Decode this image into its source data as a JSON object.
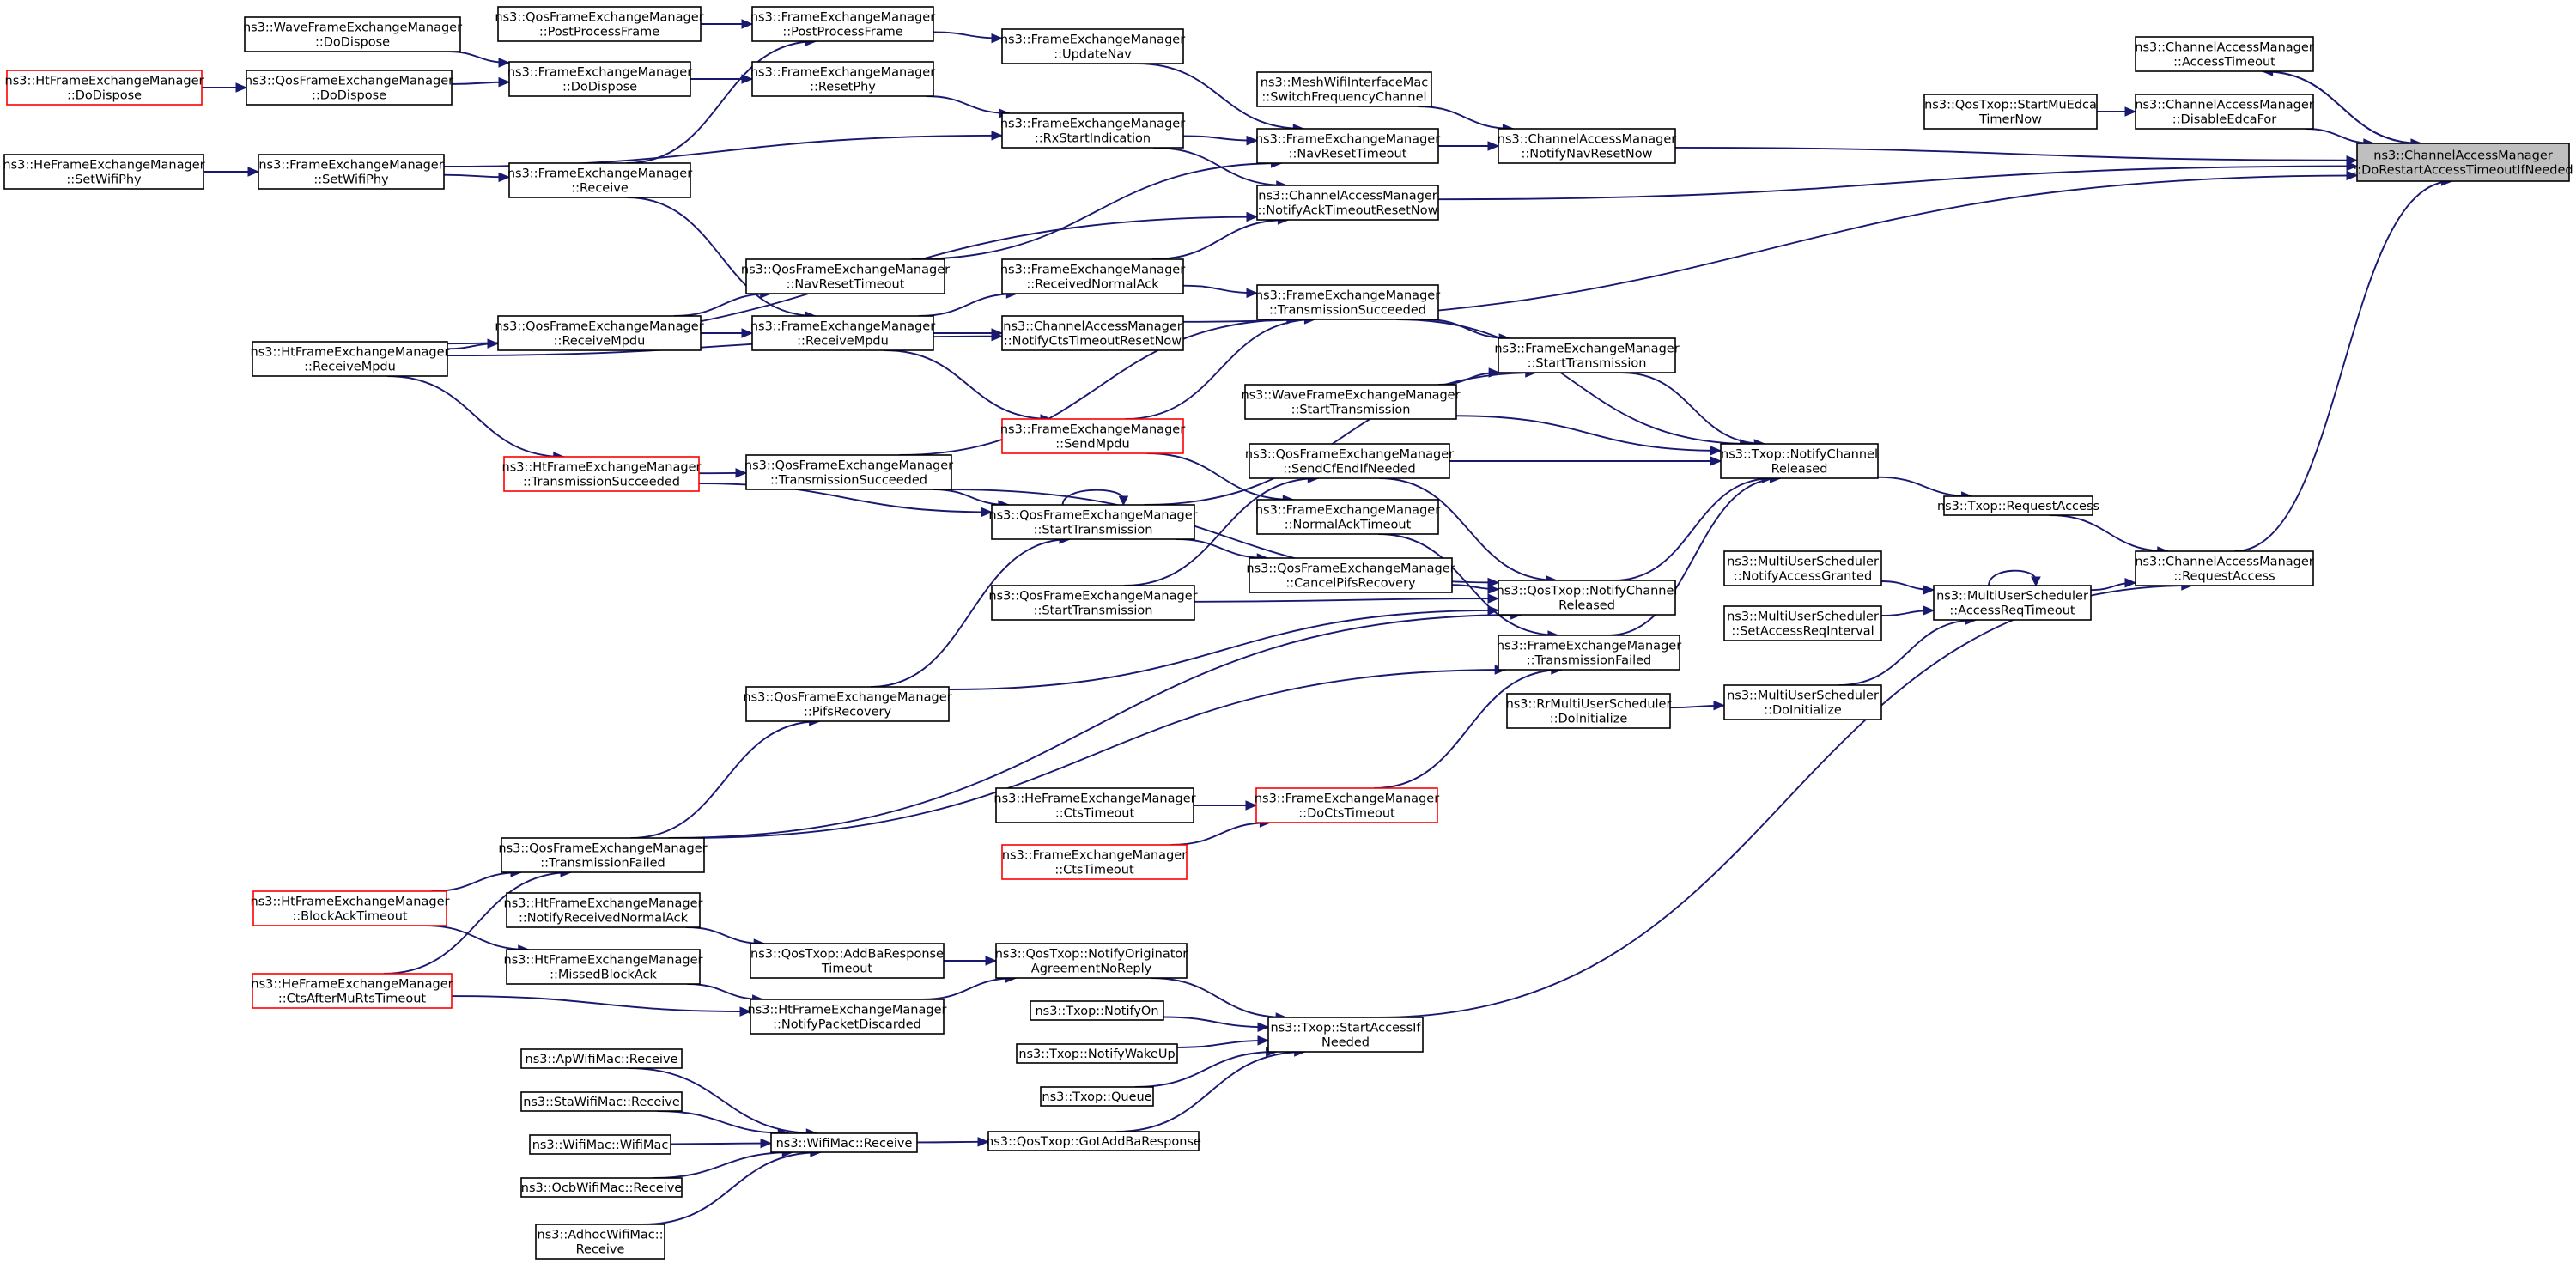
{
  "graph": {
    "colors": {
      "edge": "#191970",
      "node_border": "#000000",
      "node_border_external": "#ff0000",
      "root_fill": "#bfbfbf",
      "node_fill": "#ffffff"
    },
    "nodes": [
      {
        "id": "root",
        "lines": [
          "ns3::ChannelAccessManager",
          "::DoRestartAccessTimeoutIfNeeded"
        ],
        "highlight": true
      },
      {
        "id": "cam_access_timeout",
        "lines": [
          "ns3::ChannelAccessManager",
          "::AccessTimeout"
        ]
      },
      {
        "id": "cam_disable_edca",
        "lines": [
          "ns3::ChannelAccessManager",
          "::DisableEdcaFor"
        ]
      },
      {
        "id": "qostxop_startmuedca",
        "lines": [
          "ns3::QosTxop::StartMuEdca",
          "TimerNow"
        ]
      },
      {
        "id": "cam_notify_nav_reset",
        "lines": [
          "ns3::ChannelAccessManager",
          "::NotifyNavResetNow"
        ]
      },
      {
        "id": "mesh_switch_freq",
        "lines": [
          "ns3::MeshWifiInterfaceMac",
          "::SwitchFrequencyChannel"
        ]
      },
      {
        "id": "fem_nav_reset_timeout",
        "lines": [
          "ns3::FrameExchangeManager",
          "::NavResetTimeout"
        ]
      },
      {
        "id": "fem_update_nav",
        "lines": [
          "ns3::FrameExchangeManager",
          "::UpdateNav"
        ]
      },
      {
        "id": "fem_post_process",
        "lines": [
          "ns3::FrameExchangeManager",
          "::PostProcessFrame"
        ]
      },
      {
        "id": "qfem_post_process",
        "lines": [
          "ns3::QosFrameExchangeManager",
          "::PostProcessFrame"
        ]
      },
      {
        "id": "fem_reset_phy",
        "lines": [
          "ns3::FrameExchangeManager",
          "::ResetPhy"
        ]
      },
      {
        "id": "fem_rx_start",
        "lines": [
          "ns3::FrameExchangeManager",
          "::RxStartIndication"
        ]
      },
      {
        "id": "fem_do_dispose",
        "lines": [
          "ns3::FrameExchangeManager",
          "::DoDispose"
        ]
      },
      {
        "id": "wave_do_dispose",
        "lines": [
          "ns3::WaveFrameExchangeManager",
          "::DoDispose"
        ]
      },
      {
        "id": "qfem_do_dispose",
        "lines": [
          "ns3::QosFrameExchangeManager",
          "::DoDispose"
        ]
      },
      {
        "id": "ht_do_dispose",
        "lines": [
          "ns3::HtFrameExchangeManager",
          "::DoDispose"
        ],
        "external": true
      },
      {
        "id": "fem_set_wifi_phy",
        "lines": [
          "ns3::FrameExchangeManager",
          "::SetWifiPhy"
        ]
      },
      {
        "id": "he_set_wifi_phy",
        "lines": [
          "ns3::HeFrameExchangeManager",
          "::SetWifiPhy"
        ]
      },
      {
        "id": "fem_receive",
        "lines": [
          "ns3::FrameExchangeManager",
          "::Receive"
        ]
      },
      {
        "id": "cam_notify_ack_timeout_reset",
        "lines": [
          "ns3::ChannelAccessManager",
          "::NotifyAckTimeoutResetNow"
        ]
      },
      {
        "id": "qfem_nav_reset_timeout",
        "lines": [
          "ns3::QosFrameExchangeManager",
          "::NavResetTimeout"
        ]
      },
      {
        "id": "fem_received_normal_ack",
        "lines": [
          "ns3::FrameExchangeManager",
          "::ReceivedNormalAck"
        ]
      },
      {
        "id": "fem_receive_mpdu",
        "lines": [
          "ns3::FrameExchangeManager",
          "::ReceiveMpdu"
        ]
      },
      {
        "id": "qfem_receive_mpdu",
        "lines": [
          "ns3::QosFrameExchangeManager",
          "::ReceiveMpdu"
        ]
      },
      {
        "id": "ht_receive_mpdu",
        "lines": [
          "ns3::HtFrameExchangeManager",
          "::ReceiveMpdu"
        ]
      },
      {
        "id": "cam_notify_cts_timeout_reset",
        "lines": [
          "ns3::ChannelAccessManager",
          "::NotifyCtsTimeoutResetNow"
        ]
      },
      {
        "id": "fem_transmission_succeeded",
        "lines": [
          "ns3::FrameExchangeManager",
          "::TransmissionSucceeded"
        ]
      },
      {
        "id": "fem_start_transmission",
        "lines": [
          "ns3::FrameExchangeManager",
          "::StartTransmission"
        ]
      },
      {
        "id": "wave_start_transmission",
        "lines": [
          "ns3::WaveFrameExchangeManager",
          "::StartTransmission"
        ]
      },
      {
        "id": "fem_send_mpdu",
        "lines": [
          "ns3::FrameExchangeManager",
          "::SendMpdu"
        ],
        "external": true
      },
      {
        "id": "ht_transmission_succeeded",
        "lines": [
          "ns3::HtFrameExchangeManager",
          "::TransmissionSucceeded"
        ],
        "external": true
      },
      {
        "id": "qfem_transmission_succeeded",
        "lines": [
          "ns3::QosFrameExchangeManager",
          "::TransmissionSucceeded"
        ]
      },
      {
        "id": "qfem_start_transmission",
        "lines": [
          "ns3::QosFrameExchangeManager",
          "::StartTransmission"
        ]
      },
      {
        "id": "txop_notify_channel_released",
        "lines": [
          "ns3::Txop::NotifyChannel",
          "Released"
        ]
      },
      {
        "id": "qfem_send_cf_end",
        "lines": [
          "ns3::QosFrameExchangeManager",
          "::SendCfEndIfNeeded"
        ]
      },
      {
        "id": "fem_normal_ack_timeout",
        "lines": [
          "ns3::FrameExchangeManager",
          "::NormalAckTimeout"
        ]
      },
      {
        "id": "qfem_cancel_pifs",
        "lines": [
          "ns3::QosFrameExchangeManager",
          "::CancelPifsRecovery"
        ]
      },
      {
        "id": "qfem_start_transmission2",
        "lines": [
          "ns3::QosFrameExchangeManager",
          "::StartTransmission"
        ]
      },
      {
        "id": "qostxop_notify_channel_released",
        "lines": [
          "ns3::QosTxop::NotifyChannel",
          "Released"
        ]
      },
      {
        "id": "fem_transmission_failed",
        "lines": [
          "ns3::FrameExchangeManager",
          "::TransmissionFailed"
        ]
      },
      {
        "id": "qfem_pifs_recovery",
        "lines": [
          "ns3::QosFrameExchangeManager",
          "::PifsRecovery"
        ]
      },
      {
        "id": "txop_request_access",
        "lines": [
          "ns3::Txop::RequestAccess"
        ]
      },
      {
        "id": "cam_request_access",
        "lines": [
          "ns3::ChannelAccessManager",
          "::RequestAccess"
        ]
      },
      {
        "id": "mus_notify_access_granted",
        "lines": [
          "ns3::MultiUserScheduler",
          "::NotifyAccessGranted"
        ]
      },
      {
        "id": "mus_access_req_timeout",
        "lines": [
          "ns3::MultiUserScheduler",
          "::AccessReqTimeout"
        ]
      },
      {
        "id": "mus_set_access_req_interval",
        "lines": [
          "ns3::MultiUserScheduler",
          "::SetAccessReqInterval"
        ]
      },
      {
        "id": "mus_do_initialize",
        "lines": [
          "ns3::MultiUserScheduler",
          "::DoInitialize"
        ]
      },
      {
        "id": "rr_do_initialize",
        "lines": [
          "ns3::RrMultiUserScheduler",
          "::DoInitialize"
        ]
      },
      {
        "id": "he_cts_timeout",
        "lines": [
          "ns3::HeFrameExchangeManager",
          "::CtsTimeout"
        ]
      },
      {
        "id": "fem_do_cts_timeout",
        "lines": [
          "ns3::FrameExchangeManager",
          "::DoCtsTimeout"
        ],
        "external": true
      },
      {
        "id": "fem_cts_timeout",
        "lines": [
          "ns3::FrameExchangeManager",
          "::CtsTimeout"
        ],
        "external": true
      },
      {
        "id": "qfem_transmission_failed",
        "lines": [
          "ns3::QosFrameExchangeManager",
          "::TransmissionFailed"
        ]
      },
      {
        "id": "ht_block_ack_timeout",
        "lines": [
          "ns3::HtFrameExchangeManager",
          "::BlockAckTimeout"
        ],
        "external": true
      },
      {
        "id": "he_cts_after_mu_rts",
        "lines": [
          "ns3::HeFrameExchangeManager",
          "::CtsAfterMuRtsTimeout"
        ],
        "external": true
      },
      {
        "id": "ht_notify_received_normal_ack",
        "lines": [
          "ns3::HtFrameExchangeManager",
          "::NotifyReceivedNormalAck"
        ]
      },
      {
        "id": "ht_missed_block_ack",
        "lines": [
          "ns3::HtFrameExchangeManager",
          "::MissedBlockAck"
        ]
      },
      {
        "id": "qostxop_add_ba_response_timeout",
        "lines": [
          "ns3::QosTxop::AddBaResponse",
          "Timeout"
        ]
      },
      {
        "id": "qostxop_notify_originator",
        "lines": [
          "ns3::QosTxop::NotifyOriginator",
          "AgreementNoReply"
        ]
      },
      {
        "id": "ht_notify_packet_discarded",
        "lines": [
          "ns3::HtFrameExchangeManager",
          "::NotifyPacketDiscarded"
        ]
      },
      {
        "id": "txop_notify_on",
        "lines": [
          "ns3::Txop::NotifyOn"
        ]
      },
      {
        "id": "txop_start_access",
        "lines": [
          "ns3::Txop::StartAccessIf",
          "Needed"
        ]
      },
      {
        "id": "txop_notify_wake_up",
        "lines": [
          "ns3::Txop::NotifyWakeUp"
        ]
      },
      {
        "id": "txop_queue",
        "lines": [
          "ns3::Txop::Queue"
        ]
      },
      {
        "id": "qostxop_got_add_ba_response",
        "lines": [
          "ns3::QosTxop::GotAddBaResponse"
        ]
      },
      {
        "id": "wifimac_receive",
        "lines": [
          "ns3::WifiMac::Receive"
        ]
      },
      {
        "id": "ap_receive",
        "lines": [
          "ns3::ApWifiMac::Receive"
        ]
      },
      {
        "id": "sta_receive",
        "lines": [
          "ns3::StaWifiMac::Receive"
        ]
      },
      {
        "id": "wifimac_wifimac",
        "lines": [
          "ns3::WifiMac::WifiMac"
        ]
      },
      {
        "id": "ocb_receive",
        "lines": [
          "ns3::OcbWifiMac::Receive"
        ]
      },
      {
        "id": "adhoc_receive",
        "lines": [
          "ns3::AdhocWifiMac::",
          "Receive"
        ]
      }
    ],
    "edges": [
      {
        "from": "cam_access_timeout",
        "to": "root"
      },
      {
        "from": "root",
        "to": "cam_access_timeout"
      },
      {
        "from": "cam_disable_edca",
        "to": "root"
      },
      {
        "from": "qostxop_startmuedca",
        "to": "cam_disable_edca"
      },
      {
        "from": "cam_notify_nav_reset",
        "to": "root"
      },
      {
        "from": "mesh_switch_freq",
        "to": "cam_notify_nav_reset"
      },
      {
        "from": "fem_nav_reset_timeout",
        "to": "cam_notify_nav_reset"
      },
      {
        "from": "fem_update_nav",
        "to": "fem_nav_reset_timeout"
      },
      {
        "from": "fem_post_process",
        "to": "fem_update_nav"
      },
      {
        "from": "qfem_post_process",
        "to": "fem_post_process"
      },
      {
        "from": "fem_rx_start",
        "to": "fem_nav_reset_timeout"
      },
      {
        "from": "fem_reset_phy",
        "to": "fem_rx_start"
      },
      {
        "from": "fem_do_dispose",
        "to": "fem_reset_phy"
      },
      {
        "from": "wave_do_dispose",
        "to": "fem_do_dispose"
      },
      {
        "from": "qfem_do_dispose",
        "to": "fem_do_dispose"
      },
      {
        "from": "ht_do_dispose",
        "to": "qfem_do_dispose"
      },
      {
        "from": "fem_set_wifi_phy",
        "to": "fem_rx_start"
      },
      {
        "from": "fem_set_wifi_phy",
        "to": "fem_receive"
      },
      {
        "from": "he_set_wifi_phy",
        "to": "fem_set_wifi_phy"
      },
      {
        "from": "fem_receive",
        "to": "fem_post_process"
      },
      {
        "from": "fem_rx_start",
        "to": "cam_notify_ack_timeout_reset"
      },
      {
        "from": "cam_notify_ack_timeout_reset",
        "to": "root"
      },
      {
        "from": "cam_notify_cts_timeout_reset",
        "to": "root"
      },
      {
        "from": "fem_receive",
        "to": "fem_receive_mpdu"
      },
      {
        "from": "qfem_nav_reset_timeout",
        "to": "fem_nav_reset_timeout"
      },
      {
        "from": "fem_received_normal_ack",
        "to": "cam_notify_ack_timeout_reset"
      },
      {
        "from": "fem_receive_mpdu",
        "to": "fem_received_normal_ack"
      },
      {
        "from": "fem_receive_mpdu",
        "to": "cam_notify_cts_timeout_reset"
      },
      {
        "from": "fem_receive_mpdu",
        "to": "fem_send_mpdu"
      },
      {
        "from": "qfem_receive_mpdu",
        "to": "qfem_nav_reset_timeout"
      },
      {
        "from": "qfem_receive_mpdu",
        "to": "fem_receive_mpdu"
      },
      {
        "from": "ht_receive_mpdu",
        "to": "qfem_receive_mpdu"
      },
      {
        "from": "ht_receive_mpdu",
        "to": "cam_notify_ack_timeout_reset"
      },
      {
        "from": "ht_receive_mpdu",
        "to": "cam_notify_cts_timeout_reset"
      },
      {
        "from": "ht_receive_mpdu",
        "to": "ht_transmission_succeeded"
      },
      {
        "from": "fem_received_normal_ack",
        "to": "fem_transmission_succeeded"
      },
      {
        "from": "fem_transmission_succeeded",
        "to": "fem_start_transmission"
      },
      {
        "from": "fem_transmission_succeeded",
        "to": "txop_notify_channel_released"
      },
      {
        "from": "fem_send_mpdu",
        "to": "fem_transmission_succeeded"
      },
      {
        "from": "wave_start_transmission",
        "to": "fem_start_transmission"
      },
      {
        "from": "wave_start_transmission",
        "to": "txop_notify_channel_released"
      },
      {
        "from": "fem_start_transmission",
        "to": "txop_notify_channel_released"
      },
      {
        "from": "ht_transmission_succeeded",
        "to": "qfem_transmission_succeeded"
      },
      {
        "from": "ht_transmission_succeeded",
        "to": "qfem_start_transmission"
      },
      {
        "from": "qfem_transmission_succeeded",
        "to": "qfem_start_transmission"
      },
      {
        "from": "qfem_transmission_succeeded",
        "to": "fem_transmission_succeeded"
      },
      {
        "from": "qfem_transmission_succeeded",
        "to": "qostxop_notify_channel_released"
      },
      {
        "from": "qfem_start_transmission",
        "to": "qfem_start_transmission"
      },
      {
        "from": "qfem_start_transmission",
        "to": "fem_start_transmission"
      },
      {
        "from": "qfem_start_transmission",
        "to": "qfem_cancel_pifs"
      },
      {
        "from": "qfem_pifs_recovery",
        "to": "qfem_start_transmission"
      },
      {
        "from": "qfem_send_cf_end",
        "to": "txop_notify_channel_released"
      },
      {
        "from": "qfem_send_cf_end",
        "to": "qostxop_notify_channel_released"
      },
      {
        "from": "fem_normal_ack_timeout",
        "to": "fem_transmission_failed"
      },
      {
        "from": "fem_send_mpdu",
        "to": "fem_normal_ack_timeout"
      },
      {
        "from": "qfem_cancel_pifs",
        "to": "qostxop_notify_channel_released"
      },
      {
        "from": "qfem_start_transmission2",
        "to": "qostxop_notify_channel_released"
      },
      {
        "from": "qfem_start_transmission2",
        "to": "qfem_send_cf_end"
      },
      {
        "from": "qostxop_notify_channel_released",
        "to": "txop_notify_channel_released"
      },
      {
        "from": "fem_transmission_failed",
        "to": "txop_notify_channel_released"
      },
      {
        "from": "qfem_pifs_recovery",
        "to": "qostxop_notify_channel_released"
      },
      {
        "from": "qfem_transmission_failed",
        "to": "qfem_pifs_recovery"
      },
      {
        "from": "qfem_transmission_failed",
        "to": "qostxop_notify_channel_released"
      },
      {
        "from": "qfem_transmission_failed",
        "to": "fem_transmission_failed"
      },
      {
        "from": "txop_notify_channel_released",
        "to": "txop_request_access"
      },
      {
        "from": "txop_request_access",
        "to": "cam_request_access"
      },
      {
        "from": "cam_request_access",
        "to": "root"
      },
      {
        "from": "mus_access_req_timeout",
        "to": "cam_request_access"
      },
      {
        "from": "mus_access_req_timeout",
        "to": "mus_access_req_timeout"
      },
      {
        "from": "mus_notify_access_granted",
        "to": "mus_access_req_timeout"
      },
      {
        "from": "mus_set_access_req_interval",
        "to": "mus_access_req_timeout"
      },
      {
        "from": "mus_do_initialize",
        "to": "mus_access_req_timeout"
      },
      {
        "from": "rr_do_initialize",
        "to": "mus_do_initialize"
      },
      {
        "from": "he_cts_timeout",
        "to": "fem_do_cts_timeout"
      },
      {
        "from": "fem_cts_timeout",
        "to": "fem_do_cts_timeout"
      },
      {
        "from": "fem_do_cts_timeout",
        "to": "fem_transmission_failed"
      },
      {
        "from": "ht_block_ack_timeout",
        "to": "qfem_transmission_failed"
      },
      {
        "from": "ht_block_ack_timeout",
        "to": "ht_missed_block_ack"
      },
      {
        "from": "he_cts_after_mu_rts",
        "to": "qfem_transmission_failed"
      },
      {
        "from": "he_cts_after_mu_rts",
        "to": "ht_notify_packet_discarded"
      },
      {
        "from": "ht_notify_received_normal_ack",
        "to": "qostxop_add_ba_response_timeout"
      },
      {
        "from": "ht_missed_block_ack",
        "to": "ht_notify_packet_discarded"
      },
      {
        "from": "qostxop_add_ba_response_timeout",
        "to": "qostxop_notify_originator"
      },
      {
        "from": "ht_notify_packet_discarded",
        "to": "qostxop_notify_originator"
      },
      {
        "from": "qostxop_notify_originator",
        "to": "txop_start_access"
      },
      {
        "from": "txop_notify_on",
        "to": "txop_start_access"
      },
      {
        "from": "txop_notify_wake_up",
        "to": "txop_start_access"
      },
      {
        "from": "txop_queue",
        "to": "txop_start_access"
      },
      {
        "from": "qostxop_got_add_ba_response",
        "to": "txop_start_access"
      },
      {
        "from": "txop_start_access",
        "to": "cam_request_access"
      },
      {
        "from": "wifimac_receive",
        "to": "qostxop_got_add_ba_response"
      },
      {
        "from": "ap_receive",
        "to": "wifimac_receive"
      },
      {
        "from": "sta_receive",
        "to": "wifimac_receive"
      },
      {
        "from": "wifimac_wifimac",
        "to": "wifimac_receive"
      },
      {
        "from": "ocb_receive",
        "to": "wifimac_receive"
      },
      {
        "from": "adhoc_receive",
        "to": "wifimac_receive"
      }
    ]
  }
}
